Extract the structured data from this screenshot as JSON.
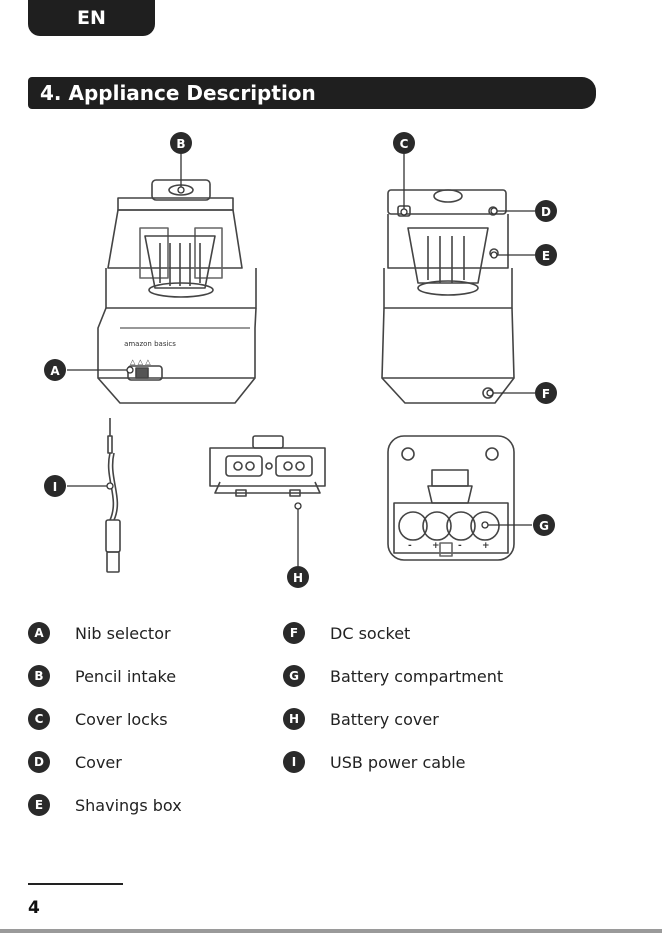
{
  "header": {
    "language": "EN"
  },
  "section": {
    "title": "4. Appliance Description"
  },
  "product": {
    "brand_label": "amazon basics"
  },
  "markers": {
    "A": "A",
    "B": "B",
    "C": "C",
    "D": "D",
    "E": "E",
    "F": "F",
    "G": "G",
    "H": "H",
    "I": "I"
  },
  "legend": {
    "A": {
      "letter": "A",
      "label": "Nib selector"
    },
    "B": {
      "letter": "B",
      "label": "Pencil intake"
    },
    "C": {
      "letter": "C",
      "label": "Cover locks"
    },
    "D": {
      "letter": "D",
      "label": "Cover"
    },
    "E": {
      "letter": "E",
      "label": "Shavings box"
    },
    "F": {
      "letter": "F",
      "label": "DC socket"
    },
    "G": {
      "letter": "G",
      "label": "Battery compartment"
    },
    "H": {
      "letter": "H",
      "label": "Battery cover"
    },
    "I": {
      "letter": "I",
      "label": "USB power cable"
    }
  },
  "battery_polarity": [
    "-",
    "+",
    "-",
    "+"
  ],
  "footer": {
    "page_number": "4"
  },
  "colors": {
    "dark": "#1f1f1f",
    "badge": "#2a2a2a",
    "outline": "#555555"
  }
}
